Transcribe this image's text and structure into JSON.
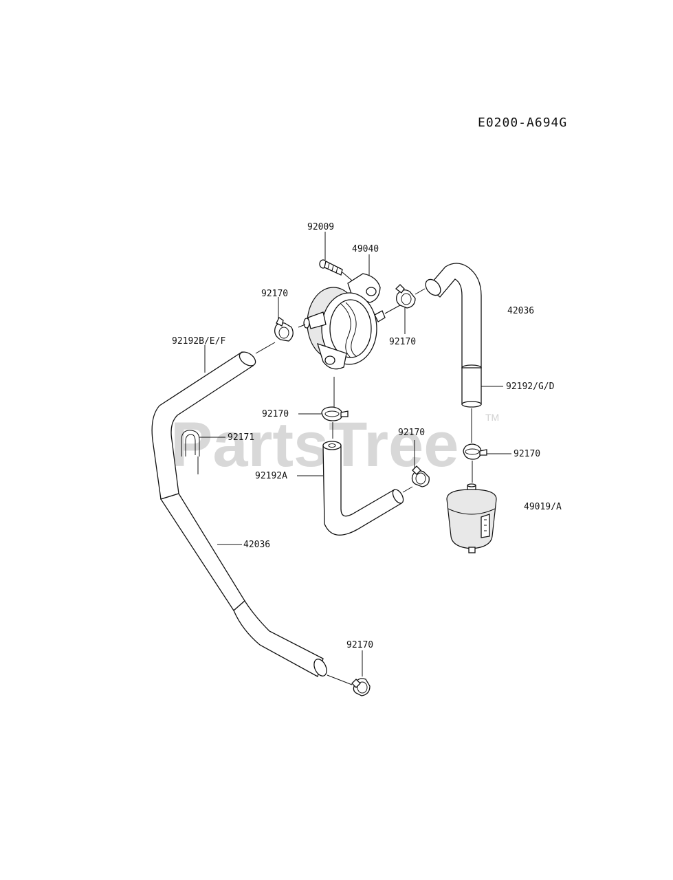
{
  "diagram_ref": "E0200-A694G",
  "watermark": {
    "text": "PartsTree",
    "trademark": "TM"
  },
  "labels": {
    "screw": "92009",
    "pump": "49040",
    "clamp_upper_left": "92170",
    "clamp_upper_right": "92170",
    "hose_right_upper": "42036",
    "hose_left_upper": "92192B/E/F",
    "hose_right_mid": "92192/G/D",
    "clamp_center": "92170",
    "clip": "92171",
    "clamp_center_right": "92170",
    "clamp_filter": "92170",
    "hose_center": "92192A",
    "filter": "49019/A",
    "hose_left_long": "42036",
    "clamp_bottom": "92170"
  }
}
